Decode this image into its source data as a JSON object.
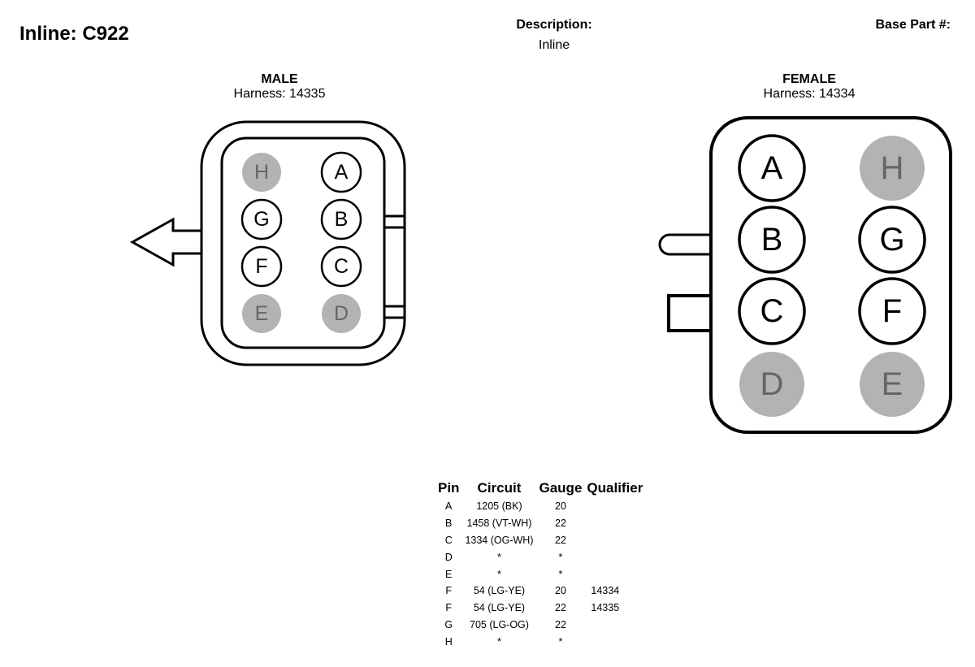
{
  "header": {
    "title": "Inline: C922",
    "description_label": "Description:",
    "description_value": "Inline",
    "base_part_label": "Base Part #:"
  },
  "male": {
    "gender": "MALE",
    "harness": "Harness: 14335",
    "pins": [
      {
        "label": "H",
        "active": false
      },
      {
        "label": "A",
        "active": true
      },
      {
        "label": "G",
        "active": true
      },
      {
        "label": "B",
        "active": true
      },
      {
        "label": "F",
        "active": true
      },
      {
        "label": "C",
        "active": true
      },
      {
        "label": "E",
        "active": false
      },
      {
        "label": "D",
        "active": false
      }
    ]
  },
  "female": {
    "gender": "FEMALE",
    "harness": "Harness: 14334",
    "pins": [
      {
        "label": "A",
        "active": true
      },
      {
        "label": "H",
        "active": false
      },
      {
        "label": "B",
        "active": true
      },
      {
        "label": "G",
        "active": true
      },
      {
        "label": "C",
        "active": true
      },
      {
        "label": "F",
        "active": true
      },
      {
        "label": "D",
        "active": false
      },
      {
        "label": "E",
        "active": false
      }
    ]
  },
  "colors": {
    "inactive_fill": "#b3b3b3",
    "inactive_text": "#666666",
    "line": "#000000"
  },
  "pin_table": {
    "headers": [
      "Pin",
      "Circuit",
      "Gauge",
      "Qualifier"
    ],
    "rows": [
      [
        "A",
        "1205 (BK)",
        "20",
        ""
      ],
      [
        "B",
        "1458 (VT-WH)",
        "22",
        ""
      ],
      [
        "C",
        "1334 (OG-WH)",
        "22",
        ""
      ],
      [
        "D",
        "*",
        "*",
        ""
      ],
      [
        "E",
        "*",
        "*",
        ""
      ],
      [
        "F",
        "54 (LG-YE)",
        "20",
        "14334"
      ],
      [
        "F",
        "54 (LG-YE)",
        "22",
        "14335"
      ],
      [
        "G",
        "705 (LG-OG)",
        "22",
        ""
      ],
      [
        "H",
        "*",
        "*",
        ""
      ]
    ]
  }
}
